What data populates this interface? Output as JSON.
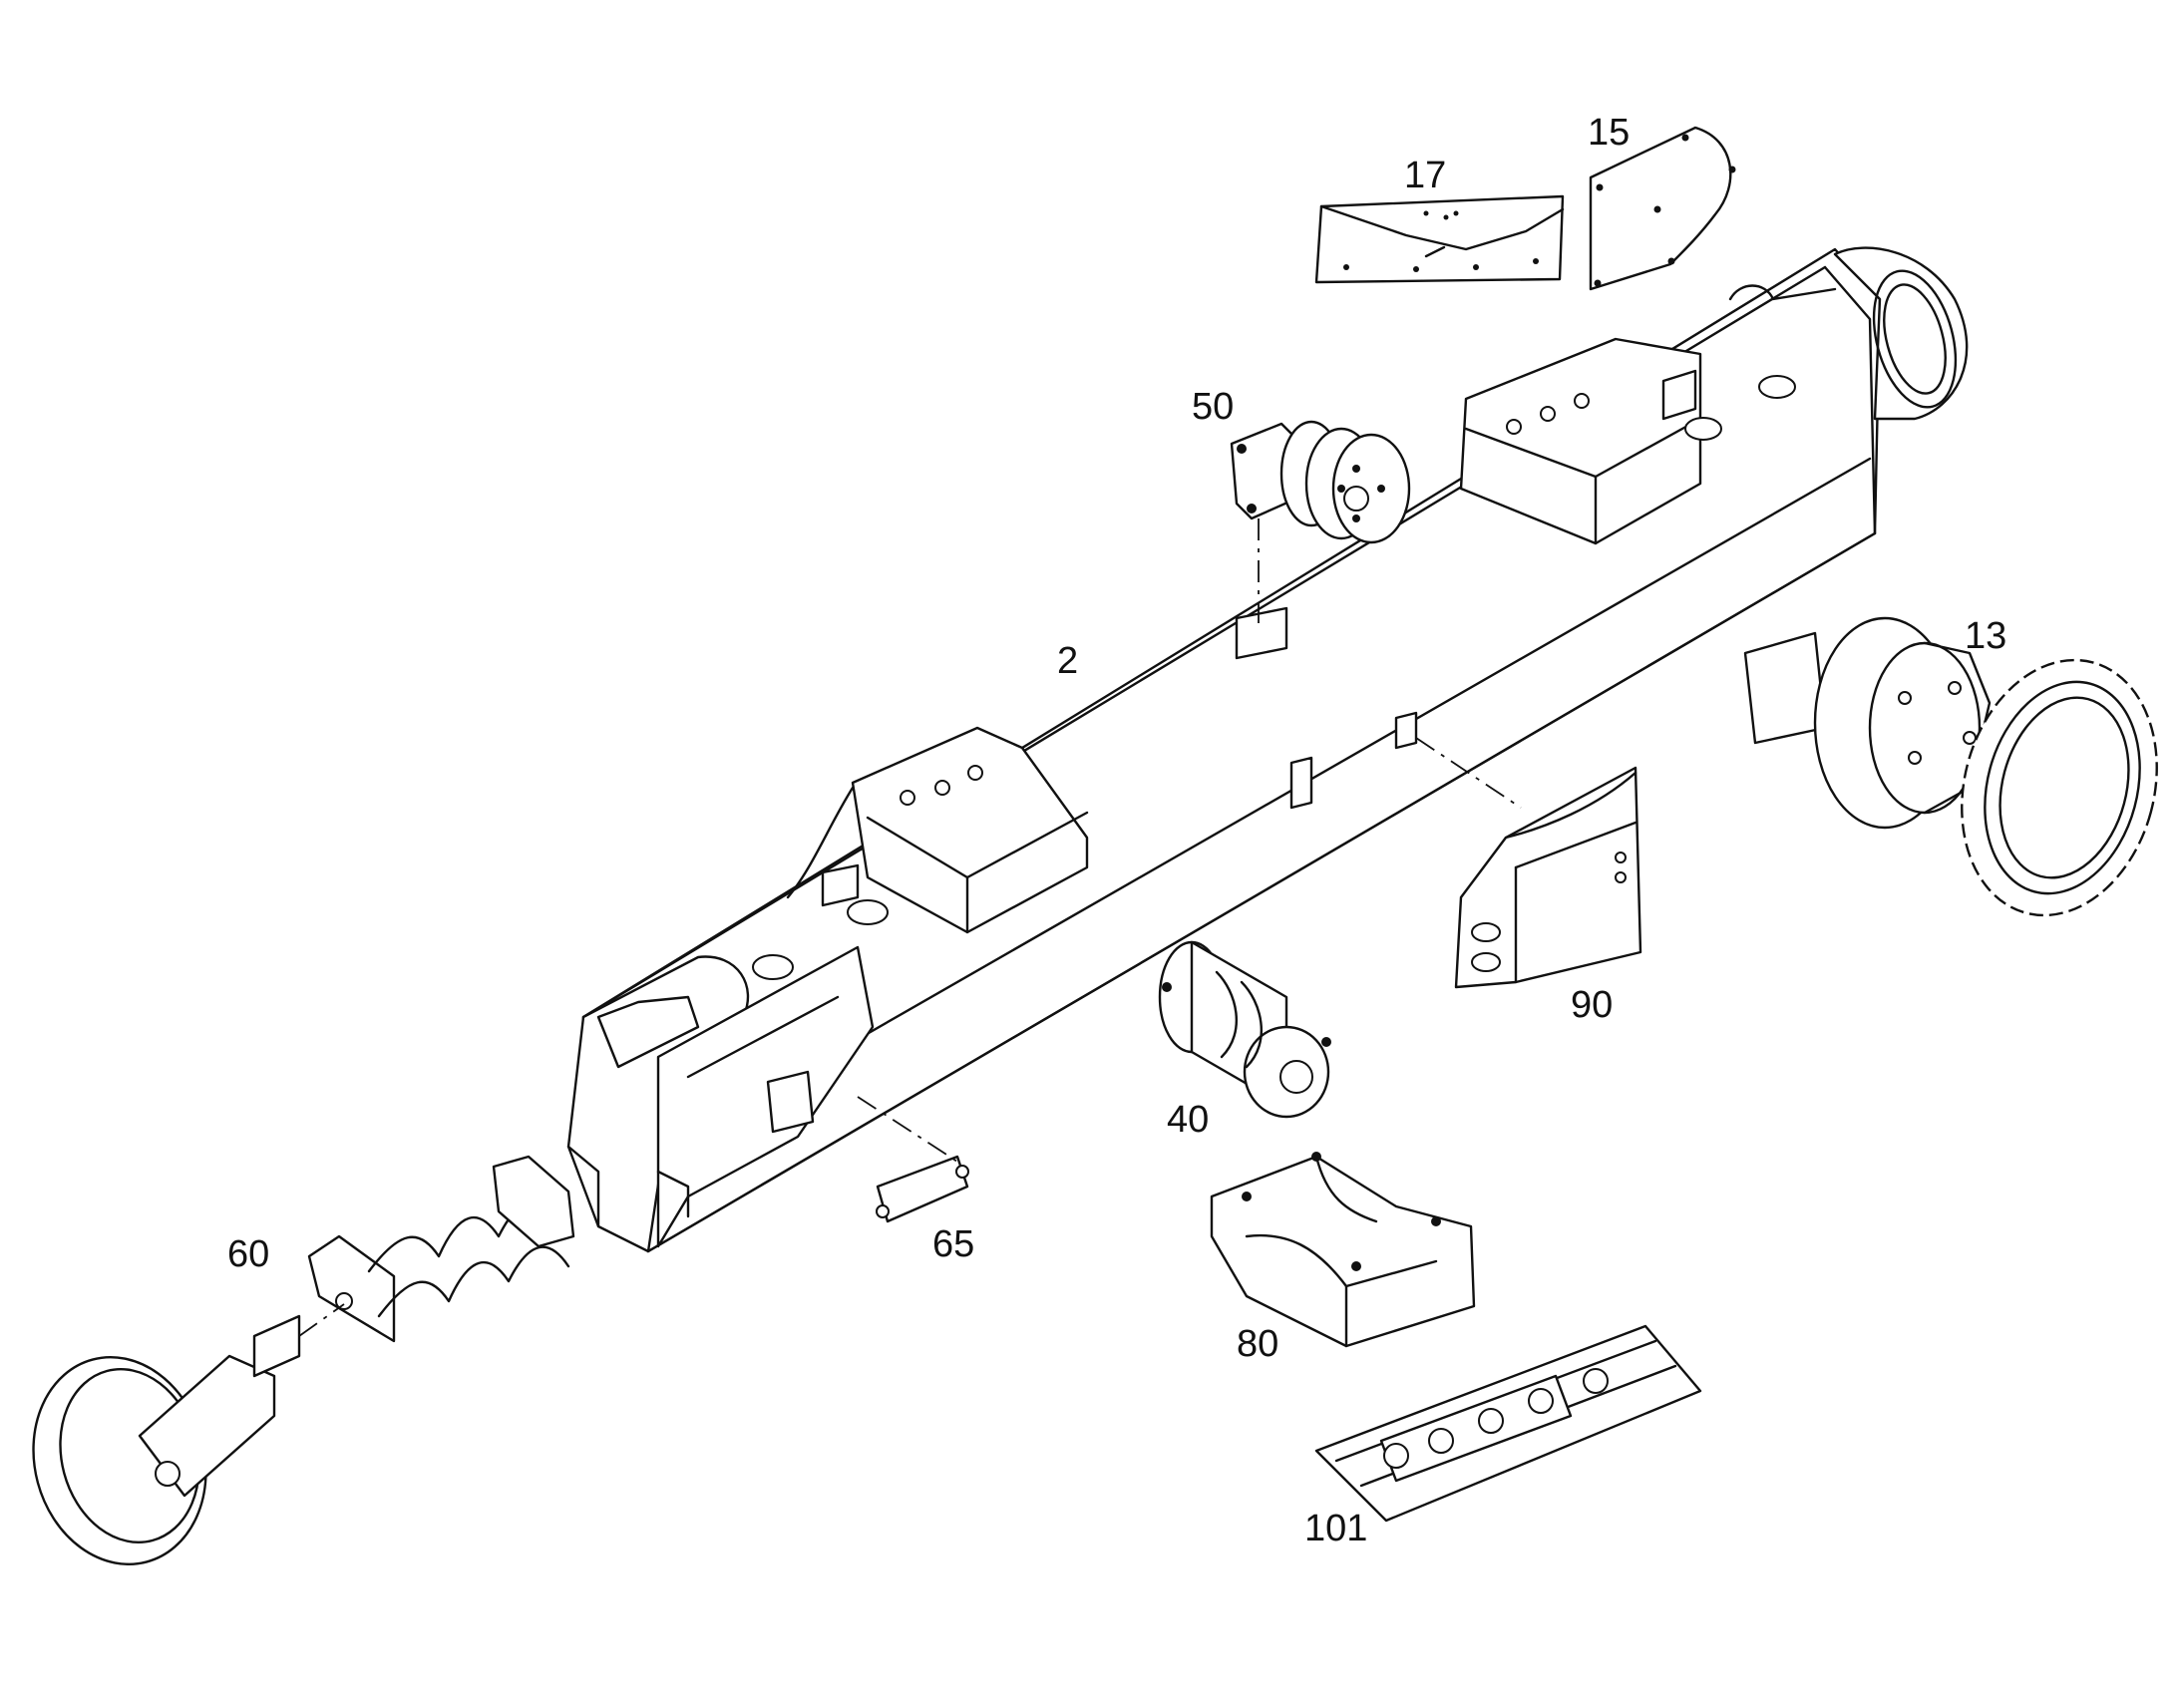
{
  "diagram": {
    "type": "exploded-parts-view",
    "callouts": {
      "p2": "2",
      "p13": "13",
      "p15": "15",
      "p17": "17",
      "p40": "40",
      "p50": "50",
      "p60": "60",
      "p65": "65",
      "p80": "80",
      "p90": "90",
      "p101": "101"
    },
    "colors": {
      "line": "#111111",
      "background": "#ffffff"
    }
  }
}
